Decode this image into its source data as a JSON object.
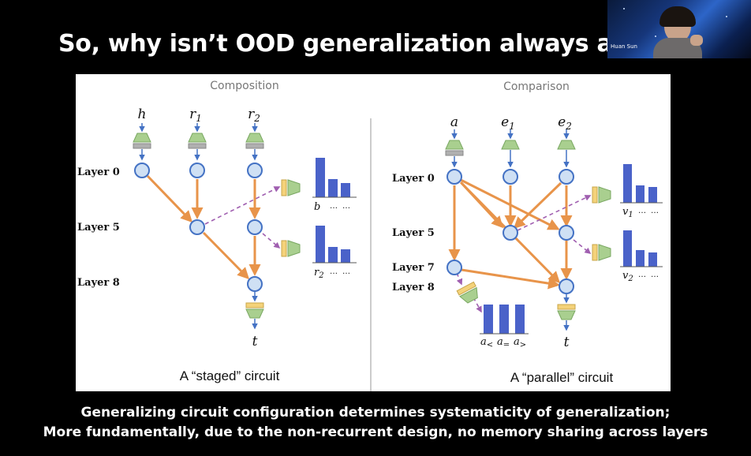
{
  "slide": {
    "title": "So, why isn’t OOD generalization always achie",
    "speaker_name": "Huan Sun",
    "caption_line1": "Generalizing circuit configuration determines systematicity of generalization;",
    "caption_line2": "More fundamentally, due to the non-recurrent design, no memory sharing across layers"
  },
  "composition": {
    "heading": "Composition",
    "inputs": [
      "h",
      "r",
      "r"
    ],
    "input_subscripts": [
      "",
      "1",
      "2"
    ],
    "layers": [
      "Layer 0",
      "Layer 5",
      "Layer 8"
    ],
    "output_labels": [
      "b",
      "r"
    ],
    "output_subscripts": [
      "",
      "2"
    ],
    "ellipsis": "…",
    "final_output": "t",
    "circuit_label": "A “staged” circuit"
  },
  "comparison": {
    "heading": "Comparison",
    "inputs": [
      "a",
      "e",
      "e"
    ],
    "input_subscripts": [
      "",
      "1",
      "2"
    ],
    "layers": [
      "Layer 0",
      "Layer 5",
      "Layer 7",
      "Layer 8"
    ],
    "output_labels": [
      "v",
      "v"
    ],
    "output_subscripts": [
      "1",
      "2"
    ],
    "ellipsis": "…",
    "compare_labels": [
      "a",
      "a",
      "a"
    ],
    "compare_subscripts": [
      "<",
      "=",
      ">"
    ],
    "final_output": "t",
    "circuit_label": "A “parallel” circuit"
  },
  "colors": {
    "node": "#4472c4",
    "edge": "#e8944a",
    "dashed": "#a05fb0",
    "bar": "#4a62c9",
    "green": "#a9cf8f",
    "yellow": "#f4d27a"
  }
}
